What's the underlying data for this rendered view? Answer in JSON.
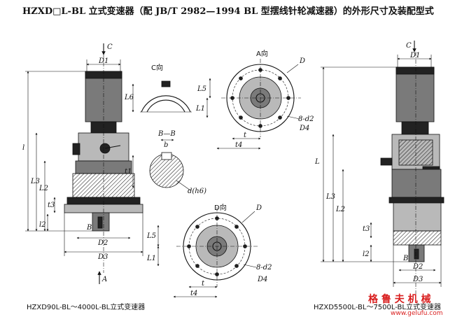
{
  "title": "HZXD□L-BL 立式变速器（配 JB/T 2982—1994 BL 型摆线针轮减速器）的外形尺寸及装配型式",
  "captions": {
    "left": "HZXD90L-BL～4000L-BL立式变速器",
    "right": "HZXD5500L-BL～7500L-BL立式变速器"
  },
  "watermark": {
    "cn": "格 鲁 夫 机 械",
    "url": "www.gelufu.com"
  },
  "labels": {
    "C": "C",
    "C_view": "C向",
    "A": "A",
    "A_view": "A向",
    "D_view": "D向",
    "section": "B—B",
    "b": "b",
    "t1": "t1",
    "d_h6": "d(h6)",
    "B": "B",
    "D": "D",
    "D1": "D1",
    "D2": "D2",
    "D3": "D3",
    "D4": "D4",
    "L": "L",
    "L1": "L1",
    "L2": "L2",
    "L3": "L3",
    "L5": "L5",
    "L6": "L6",
    "l": "l",
    "t": "t",
    "t3": "t3",
    "t4": "t4",
    "l2": "l2",
    "bolt_holes": "8-d2"
  }
}
